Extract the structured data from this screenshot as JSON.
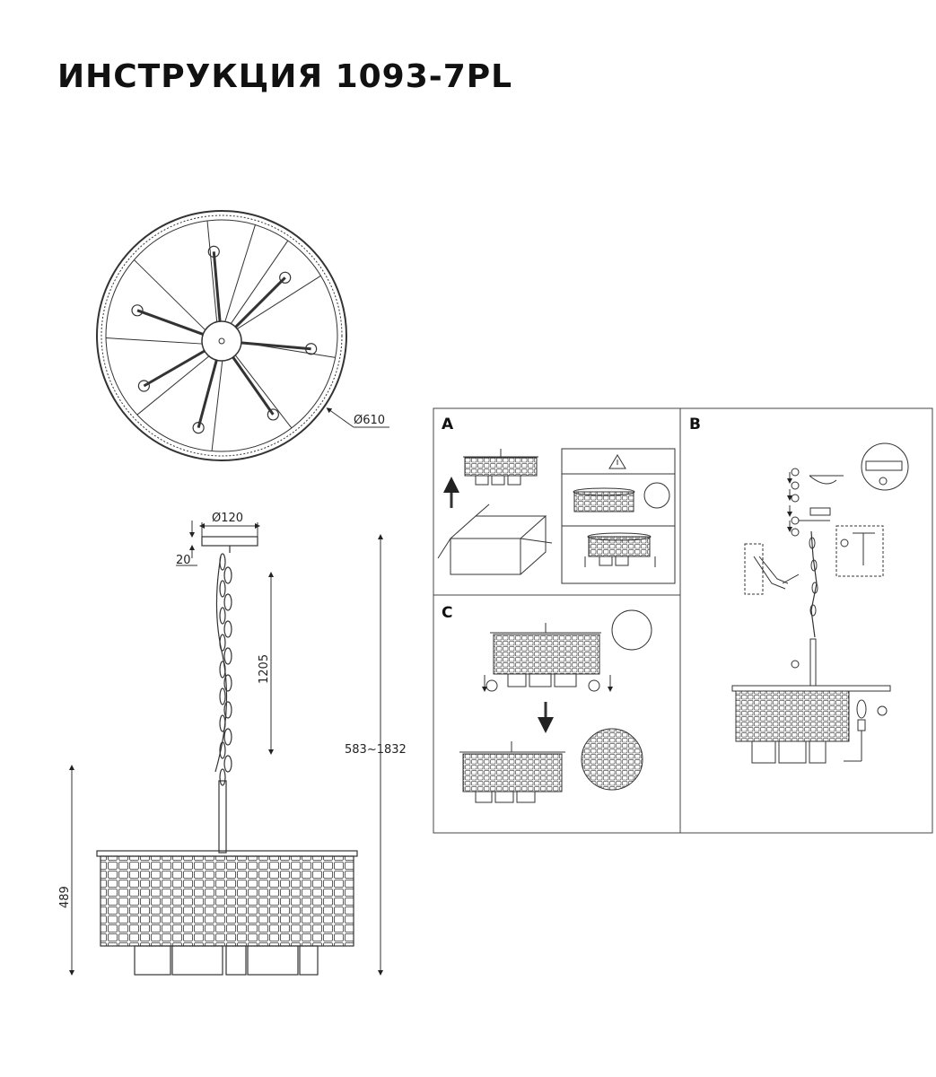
{
  "title": "ИНСТРУКЦИЯ 1093-7PL",
  "dimensions": {
    "diameter_shade": "Ø610",
    "diameter_canopy": "Ø120",
    "canopy_height": "20",
    "chain_length": "1205",
    "total_height": "583~1832",
    "shade_height": "489"
  },
  "panels": {
    "a": {
      "label": "A"
    },
    "b": {
      "label": "B"
    },
    "c": {
      "label": "C"
    }
  },
  "colors": {
    "line": "#222222",
    "background": "#ffffff"
  }
}
